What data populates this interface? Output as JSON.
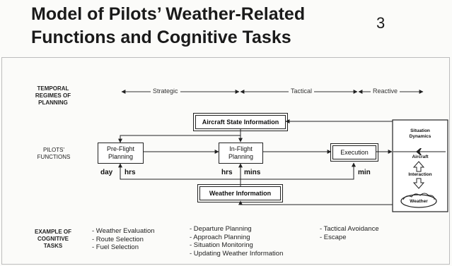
{
  "slide": {
    "title_line1": "Model of Pilots’ Weather-Related",
    "title_line2": "Functions and Cognitive Tasks",
    "number": "3"
  },
  "rows": {
    "temporal": [
      "TEMPORAL",
      "REGIMES OF",
      "PLANNING"
    ],
    "functions": [
      "PILOTS'",
      "FUNCTIONS"
    ],
    "cognitive": [
      "EXAMPLE OF",
      "COGNITIVE",
      "TASKS"
    ]
  },
  "regimes": {
    "strategic": "Strategic",
    "tactical": "Tactical",
    "reactive": "Reactive"
  },
  "boxes": {
    "aircraft_state": "Aircraft State Information",
    "preflight": [
      "Pre-Flight",
      "Planning"
    ],
    "inflight": [
      "In-Flight",
      "Planning"
    ],
    "execution": "Execution",
    "weather_info": "Weather Information"
  },
  "time_labels": {
    "day": "day",
    "hrs_1": "hrs",
    "hrs_2": "hrs",
    "mins": "mins",
    "min": "min"
  },
  "situation_dynamics": {
    "heading": [
      "Situation",
      "Dynamics"
    ],
    "aircraft": "Aircraft",
    "interaction": "Interaction",
    "weather": "Weather"
  },
  "tasks": {
    "strategic": [
      "- Weather Evaluation",
      "- Route Selection",
      "- Fuel Selection"
    ],
    "tactical": [
      "- Departure Planning",
      "- Approach Planning",
      "- Situation Monitoring",
      "- Updating Weather Information"
    ],
    "reactive": [
      "- Tactical Avoidance",
      "- Escape"
    ]
  }
}
